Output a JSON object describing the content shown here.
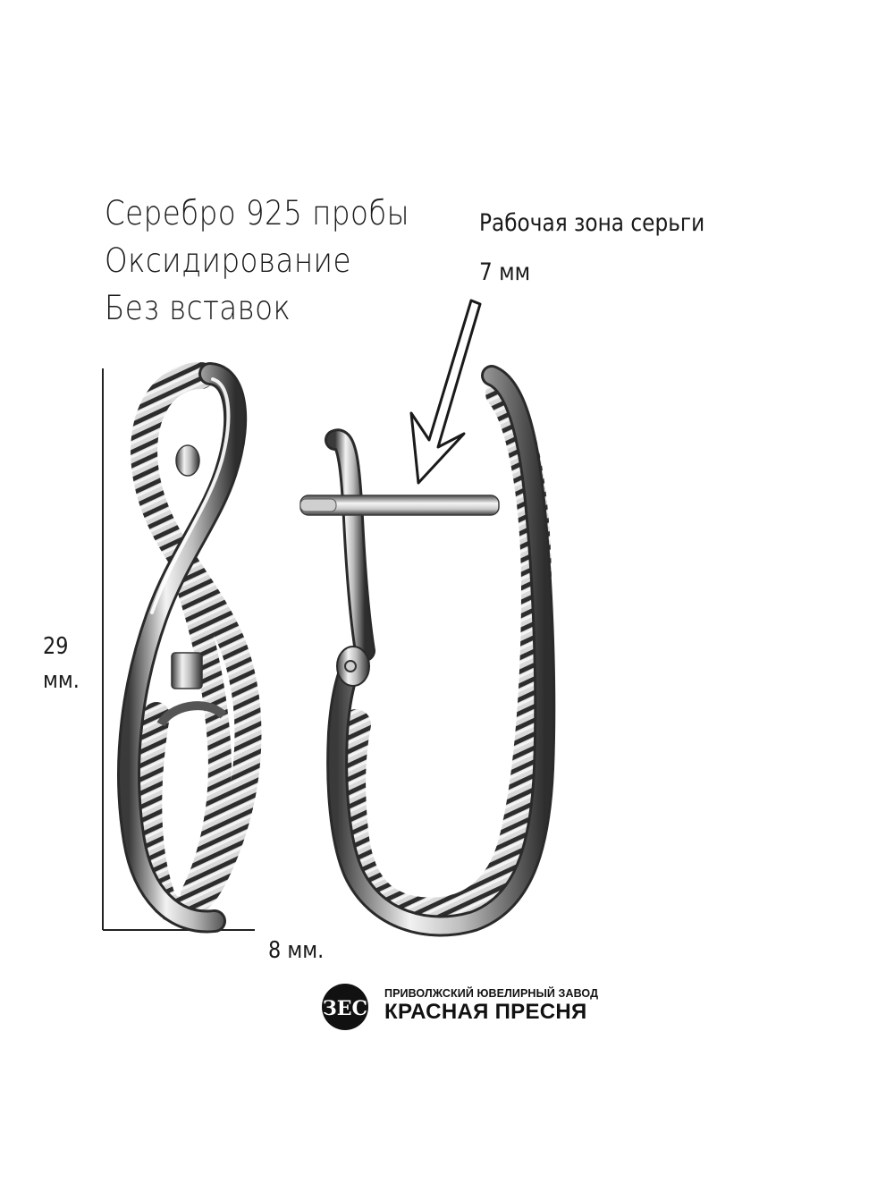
{
  "specs": {
    "material": "Серебро 925 пробы",
    "finish": "Оксидирование",
    "inserts": "Без вставок"
  },
  "working_zone": {
    "label": "Рабочая зона серьги",
    "value": "7 мм"
  },
  "dimensions": {
    "height_value": "29",
    "height_unit": "мм.",
    "width": "8 мм."
  },
  "brand": {
    "subtitle": "ПРИВОЛЖСКИЙ ЮВЕЛИРНЫЙ ЗАВОД",
    "name": "КРАСНАЯ ПРЕСНЯ",
    "monogram": "ЗЕС"
  },
  "colors": {
    "text": "#1a1a1a",
    "metal_light": "#e6e6e6",
    "metal_dark": "#2b2b2b"
  }
}
